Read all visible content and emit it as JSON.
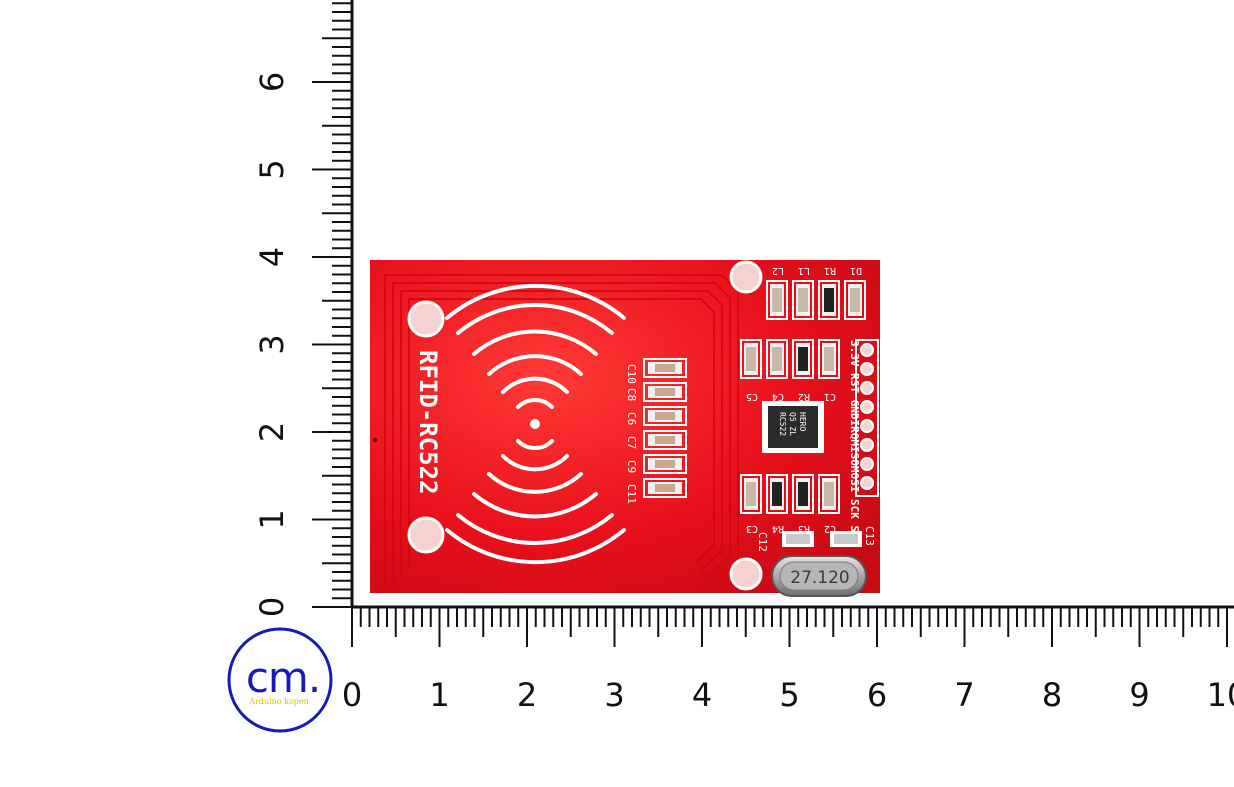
{
  "ruler": {
    "unit_label": "cm.",
    "tagline": "Arduino kopen",
    "vertical_labels": [
      "0",
      "1",
      "2",
      "3",
      "4",
      "5",
      "6"
    ],
    "horizontal_labels": [
      "0",
      "1",
      "2",
      "3",
      "4",
      "5",
      "6",
      "7",
      "8",
      "9",
      "10"
    ]
  },
  "board": {
    "name": "RFID-RC522",
    "crystal": "27.120",
    "pins": [
      "SDA",
      "SCK",
      "MOSI",
      "MISO",
      "IRQ",
      "GND",
      "RST",
      "3.3V"
    ],
    "caps_left": [
      "C10",
      "C8",
      "C6",
      "C7",
      "C9",
      "C11"
    ],
    "top_parts": [
      "L2",
      "L1",
      "R1",
      "D1"
    ],
    "mid_parts": [
      "C5",
      "C4",
      "R2",
      "C1"
    ],
    "bottom_parts": [
      "C3",
      "R4",
      "R3",
      "C2"
    ],
    "crystal_caps": [
      "C12",
      "C13"
    ],
    "chip_text": [
      "RC522",
      "Q5 ZL",
      "HERO"
    ],
    "colors": {
      "pcb": "#e8101c",
      "silk": "#ffffff",
      "ruler": "#111111",
      "logo": "#1a1ab8"
    }
  }
}
